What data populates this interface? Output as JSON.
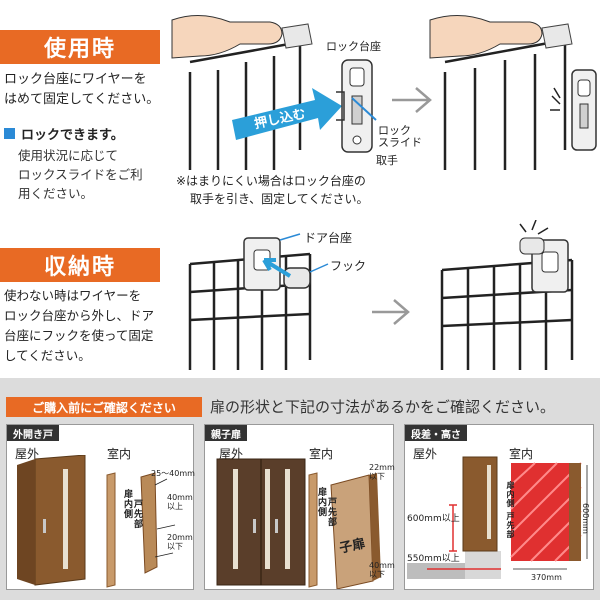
{
  "usage": {
    "banner": "使用時",
    "text1": "ロック台座にワイヤーを",
    "text2": "はめて固定してください。",
    "lock_title": "ロックできます。",
    "sub1": "使用状況に応じて",
    "sub2": "ロックスライドをご利",
    "sub3": "用ください。",
    "label_lock_base": "ロック台座",
    "label_lock_slide1": "ロック",
    "label_lock_slide2": "スライド",
    "label_handle": "取手",
    "push_label": "押し込む",
    "note1": "※はまりにくい場合はロック台座の",
    "note2": "取手を引き、固定してください。"
  },
  "storage": {
    "banner": "収納時",
    "text1": "使わない時はワイヤーを",
    "text2": "ロック台座から外し、ドア",
    "text3": "台座にフックを使って固定",
    "text4": "してください。",
    "label_door_base": "ドア台座",
    "label_hook": "フック"
  },
  "confirm": {
    "tag": "ご購入前にご確認ください",
    "text": "扉の形状と下記の寸法があるかをご確認ください。"
  },
  "panels": {
    "p1": {
      "tag": "外開き戸",
      "outdoor": "屋外",
      "indoor": "室内",
      "dim_top": "25〜40mm",
      "dim_mid1": "40mm",
      "dim_mid2": "以上",
      "dim_bot1": "20mm",
      "dim_bot2": "以下",
      "vert1": "扉内側",
      "vert2": "戸先部"
    },
    "p2": {
      "tag": "親子扉",
      "outdoor": "屋外",
      "indoor": "室内",
      "dim_top1": "22mm",
      "dim_top2": "以下",
      "dim_bot1": "40mm",
      "dim_bot2": "以下",
      "vert1": "扉内側",
      "vert2": "戸先部",
      "kodobira": "子扉"
    },
    "p3": {
      "tag": "段差・高さ",
      "outdoor": "屋外",
      "indoor": "室内",
      "dim_height": "600mm以上",
      "dim_width": "550mm以上",
      "vert": "扉内側 戸先部",
      "dim_600": "600mm",
      "dim_370": "370mm"
    }
  },
  "colors": {
    "accent": "#e86a24",
    "blue": "#2b8ad6",
    "door_brown": "#8a5a2e",
    "red_zone": "#e03030"
  }
}
